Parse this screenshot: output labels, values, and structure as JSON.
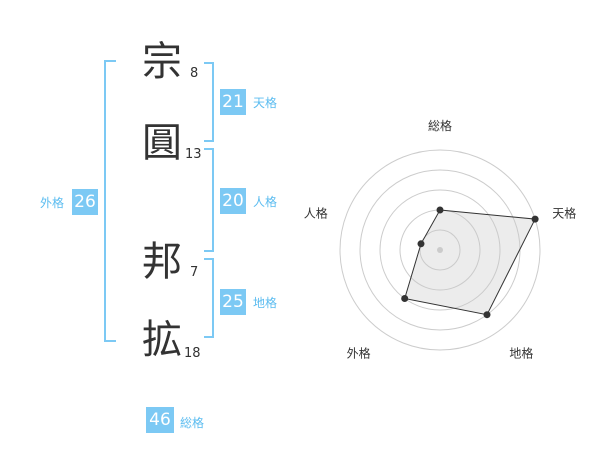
{
  "name": {
    "chars": [
      {
        "char": "宗",
        "strokes": "8"
      },
      {
        "char": "圓",
        "strokes": "13"
      },
      {
        "char": "邦",
        "strokes": "7"
      },
      {
        "char": "拡",
        "strokes": "18"
      }
    ]
  },
  "fortune": {
    "tenkaku": {
      "value": "21",
      "label": "天格"
    },
    "jinkaku": {
      "value": "20",
      "label": "人格"
    },
    "chikaku": {
      "value": "25",
      "label": "地格"
    },
    "gaikaku": {
      "value": "26",
      "label": "外格"
    },
    "soukaku": {
      "value": "46",
      "label": "総格"
    }
  },
  "colors": {
    "accent": "#7cc9f4",
    "accent_text": "#5bbcf0",
    "text": "#333333"
  },
  "chart_data": {
    "type": "radar",
    "axes": [
      "総格",
      "天格",
      "地格",
      "外格",
      "人格"
    ],
    "values": [
      2,
      5,
      4,
      3,
      1
    ],
    "scale": [
      0,
      5
    ],
    "rings": 5
  }
}
